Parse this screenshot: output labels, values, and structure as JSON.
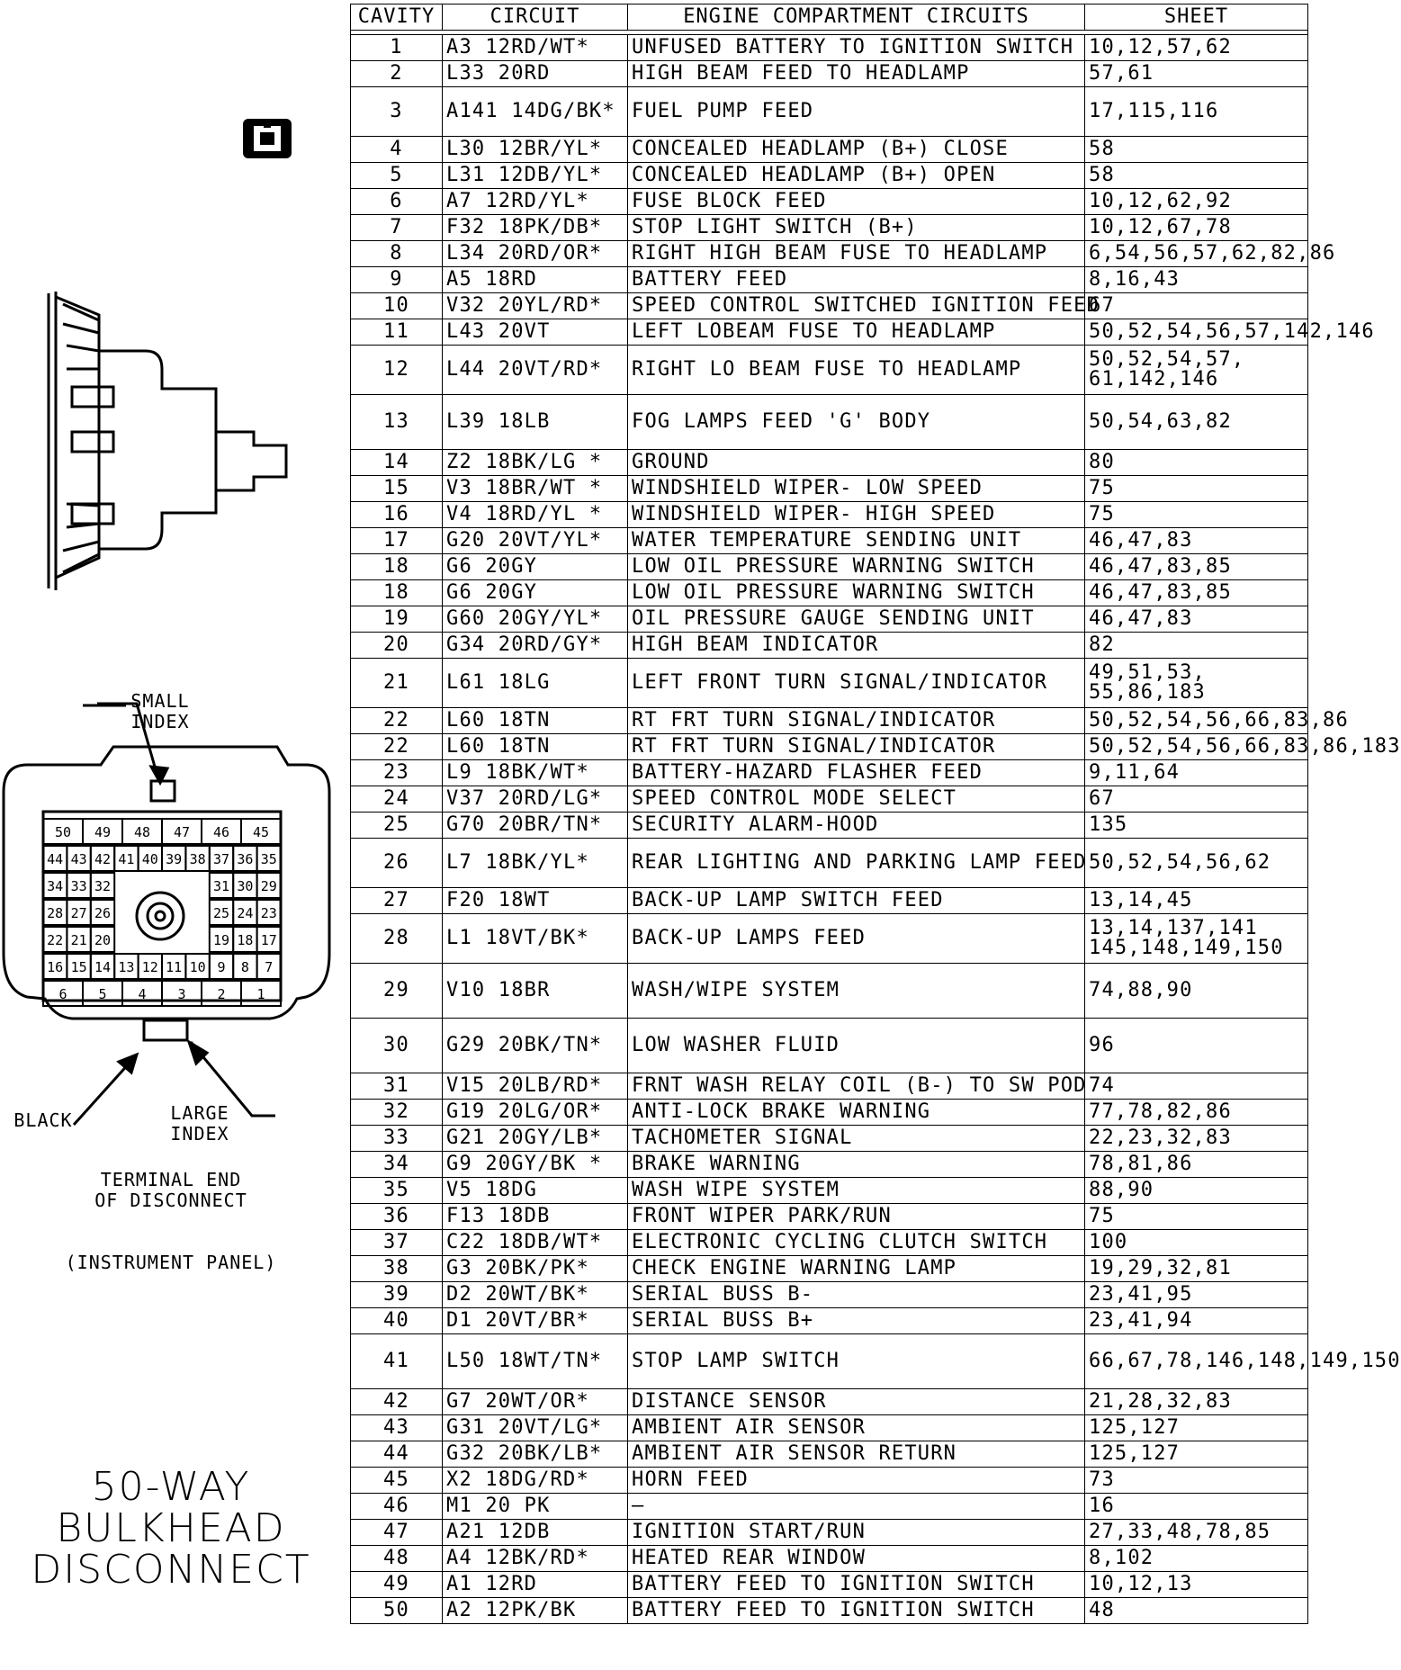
{
  "left": {
    "small_index": "SMALL\nINDEX",
    "large_index": "LARGE\nINDEX",
    "black": "BLACK",
    "terminal_end": "TERMINAL END\nOF DISCONNECT",
    "panel": "(INSTRUMENT PANEL)",
    "title_line1": "50-WAY",
    "title_line2": "BULKHEAD",
    "title_line3": "DISCONNECT",
    "connector_rows": [
      [
        "50",
        "49",
        "48",
        "47",
        "46",
        "45"
      ],
      [
        "44",
        "43",
        "42",
        "41",
        "40",
        "39",
        "38",
        "37",
        "36",
        "35"
      ],
      [
        "34",
        "33",
        "32",
        "31",
        "30",
        "29"
      ],
      [
        "28",
        "27",
        "26",
        "25",
        "24",
        "23"
      ],
      [
        "22",
        "21",
        "20",
        "19",
        "18",
        "17"
      ],
      [
        "16",
        "15",
        "14",
        "13",
        "12",
        "11",
        "10",
        "9",
        "8",
        "7"
      ],
      [
        "6",
        "5",
        "4",
        "3",
        "2",
        "1"
      ]
    ]
  },
  "table": {
    "headers": {
      "cavity": "CAVITY",
      "circuit": "CIRCUIT",
      "desc": "ENGINE COMPARTMENT CIRCUITS",
      "sheet": "SHEET"
    },
    "rows": [
      {
        "cavity": "1",
        "circuit": "A3  12RD/WT*",
        "desc": "UNFUSED BATTERY TO IGNITION SWITCH",
        "sheet": "10,12,57,62"
      },
      {
        "cavity": "2",
        "circuit": "L33  20RD",
        "desc": "HIGH BEAM FEED  TO HEADLAMP",
        "sheet": "57,61"
      },
      {
        "cavity": "3",
        "circuit": "A141 14DG/BK*",
        "desc": "FUEL PUMP FEED",
        "sheet": "17,115,116",
        "tall": true
      },
      {
        "cavity": "4",
        "circuit": "L30  12BR/YL*",
        "desc": "CONCEALED HEADLAMP (B+) CLOSE",
        "sheet": "58"
      },
      {
        "cavity": "5",
        "circuit": "L31  12DB/YL*",
        "desc": "CONCEALED HEADLAMP (B+) OPEN",
        "sheet": "58"
      },
      {
        "cavity": "6",
        "circuit": "A7  12RD/YL*",
        "desc": "FUSE BLOCK FEED",
        "sheet": "10,12,62,92"
      },
      {
        "cavity": "7",
        "circuit": "F32  18PK/DB*",
        "desc": "STOP LIGHT SWITCH (B+)",
        "sheet": "10,12,67,78"
      },
      {
        "cavity": "8",
        "circuit": "L34  20RD/OR*",
        "desc": "RIGHT HIGH BEAM FUSE TO HEADLAMP",
        "sheet": "6,54,56,57,62,82,86"
      },
      {
        "cavity": "9",
        "circuit": "A5  18RD",
        "desc": "BATTERY FEED",
        "sheet": "8,16,43"
      },
      {
        "cavity": "10",
        "circuit": "V32  20YL/RD*",
        "desc": "SPEED CONTROL SWITCHED IGNITION FEED",
        "sheet": "67"
      },
      {
        "cavity": "11",
        "circuit": "L43  20VT",
        "desc": "LEFT LOBEAM FUSE TO HEADLAMP",
        "sheet": "50,52,54,56,57,142,146"
      },
      {
        "cavity": "12",
        "circuit": "L44  20VT/RD*",
        "desc": "RIGHT LO BEAM FUSE TO HEADLAMP",
        "sheet": "50,52,54,57,\n61,142,146",
        "tall": true
      },
      {
        "cavity": "13",
        "circuit": "L39  18LB",
        "desc": "FOG LAMPS FEED 'G' BODY",
        "sheet": "50,54,63,82",
        "xtall": true
      },
      {
        "cavity": "14",
        "circuit": "Z2  18BK/LG *",
        "desc": "GROUND",
        "sheet": "80"
      },
      {
        "cavity": "15",
        "circuit": "V3  18BR/WT *",
        "desc": "WINDSHIELD WIPER- LOW SPEED",
        "sheet": "75"
      },
      {
        "cavity": "16",
        "circuit": "V4  18RD/YL *",
        "desc": "WINDSHIELD WIPER- HIGH SPEED",
        "sheet": "75"
      },
      {
        "cavity": "17",
        "circuit": "G20  20VT/YL*",
        "desc": "WATER TEMPERATURE SENDING UNIT",
        "sheet": "46,47,83"
      },
      {
        "cavity": "18",
        "circuit": "G6  20GY",
        "desc": "LOW OIL PRESSURE WARNING SWITCH",
        "sheet": "46,47,83,85"
      },
      {
        "cavity": "18",
        "circuit": "G6  20GY",
        "desc": "LOW OIL PRESSURE WARNING SWITCH",
        "sheet": "46,47,83,85"
      },
      {
        "cavity": "19",
        "circuit": "G60  20GY/YL*",
        "desc": "OIL PRESSURE GAUGE SENDING UNIT",
        "sheet": "46,47,83"
      },
      {
        "cavity": "20",
        "circuit": "G34  20RD/GY*",
        "desc": "HIGH BEAM INDICATOR",
        "sheet": "82"
      },
      {
        "cavity": "21",
        "circuit": "L61  18LG",
        "desc": "LEFT FRONT TURN SIGNAL/INDICATOR",
        "sheet": "49,51,53,\n55,86,183",
        "tall": true
      },
      {
        "cavity": "22",
        "circuit": "L60  18TN",
        "desc": "RT FRT TURN SIGNAL/INDICATOR",
        "sheet": "50,52,54,56,66,83,86"
      },
      {
        "cavity": "22",
        "circuit": "L60  18TN",
        "desc": "RT FRT TURN SIGNAL/INDICATOR",
        "sheet": "50,52,54,56,66,83,86,183"
      },
      {
        "cavity": "23",
        "circuit": "L9  18BK/WT*",
        "desc": "BATTERY-HAZARD FLASHER FEED",
        "sheet": "9,11,64"
      },
      {
        "cavity": "24",
        "circuit": "V37  20RD/LG*",
        "desc": "SPEED CONTROL MODE SELECT",
        "sheet": "67"
      },
      {
        "cavity": "25",
        "circuit": "G70  20BR/TN*",
        "desc": "SECURITY ALARM-HOOD",
        "sheet": "135"
      },
      {
        "cavity": "26",
        "circuit": "L7  18BK/YL*",
        "desc": "REAR LIGHTING AND PARKING LAMP FEED",
        "sheet": "50,52,54,56,62",
        "tall": true
      },
      {
        "cavity": "27",
        "circuit": "F20  18WT",
        "desc": "BACK-UP LAMP SWITCH FEED",
        "sheet": "13,14,45"
      },
      {
        "cavity": "28",
        "circuit": "L1  18VT/BK*",
        "desc": "BACK-UP LAMPS FEED",
        "sheet": "13,14,137,141\n145,148,149,150",
        "tall": true
      },
      {
        "cavity": "29",
        "circuit": "V10  18BR",
        "desc": "WASH/WIPE SYSTEM",
        "sheet": "74,88,90",
        "xtall": true
      },
      {
        "cavity": "30",
        "circuit": "G29  20BK/TN*",
        "desc": "LOW WASHER FLUID",
        "sheet": "96",
        "xtall": true
      },
      {
        "cavity": "31",
        "circuit": "V15  20LB/RD*",
        "desc": "FRNT WASH RELAY COIL (B-) TO SW POD",
        "sheet": "74"
      },
      {
        "cavity": "32",
        "circuit": "G19  20LG/OR*",
        "desc": "ANTI-LOCK BRAKE WARNING",
        "sheet": "77,78,82,86"
      },
      {
        "cavity": "33",
        "circuit": "G21  20GY/LB*",
        "desc": "TACHOMETER SIGNAL",
        "sheet": "22,23,32,83"
      },
      {
        "cavity": "34",
        "circuit": "G9  20GY/BK *",
        "desc": "BRAKE WARNING",
        "sheet": "78,81,86"
      },
      {
        "cavity": "35",
        "circuit": "V5  18DG",
        "desc": "WASH WIPE SYSTEM",
        "sheet": "88,90"
      },
      {
        "cavity": "36",
        "circuit": "F13  18DB",
        "desc": "FRONT WIPER PARK/RUN",
        "sheet": "75"
      },
      {
        "cavity": "37",
        "circuit": "C22  18DB/WT*",
        "desc": "ELECTRONIC CYCLING CLUTCH SWITCH",
        "sheet": "100"
      },
      {
        "cavity": "38",
        "circuit": "G3  20BK/PK*",
        "desc": "CHECK ENGINE WARNING LAMP",
        "sheet": "19,29,32,81"
      },
      {
        "cavity": "39",
        "circuit": "D2  20WT/BK*",
        "desc": "SERIAL BUSS B-",
        "sheet": "23,41,95"
      },
      {
        "cavity": "40",
        "circuit": "D1  20VT/BR*",
        "desc": "SERIAL BUSS B+",
        "sheet": "23,41,94"
      },
      {
        "cavity": "41",
        "circuit": "L50  18WT/TN*",
        "desc": "STOP LAMP SWITCH",
        "sheet": "66,67,78,146,148,149,150",
        "xtall": true
      },
      {
        "cavity": "42",
        "circuit": "G7  20WT/OR*",
        "desc": "DISTANCE SENSOR",
        "sheet": "21,28,32,83"
      },
      {
        "cavity": "43",
        "circuit": "G31  20VT/LG*",
        "desc": "AMBIENT AIR SENSOR",
        "sheet": "125,127"
      },
      {
        "cavity": "44",
        "circuit": "G32  20BK/LB*",
        "desc": "AMBIENT AIR SENSOR RETURN",
        "sheet": "125,127"
      },
      {
        "cavity": "45",
        "circuit": "X2  18DG/RD*",
        "desc": "HORN FEED",
        "sheet": "73"
      },
      {
        "cavity": "46",
        "circuit": "M1  20 PK",
        "desc": "—",
        "sheet": "16"
      },
      {
        "cavity": "47",
        "circuit": "A21  12DB",
        "desc": "IGNITION START/RUN",
        "sheet": "27,33,48,78,85"
      },
      {
        "cavity": "48",
        "circuit": "A4  12BK/RD*",
        "desc": "HEATED REAR WINDOW",
        "sheet": "8,102"
      },
      {
        "cavity": "49",
        "circuit": "A1  12RD",
        "desc": "BATTERY FEED TO IGNITION SWITCH",
        "sheet": "10,12,13"
      },
      {
        "cavity": "50",
        "circuit": "A2  12PK/BK",
        "desc": "BATTERY FEED TO IGNITION SWITCH",
        "sheet": "48"
      }
    ]
  }
}
